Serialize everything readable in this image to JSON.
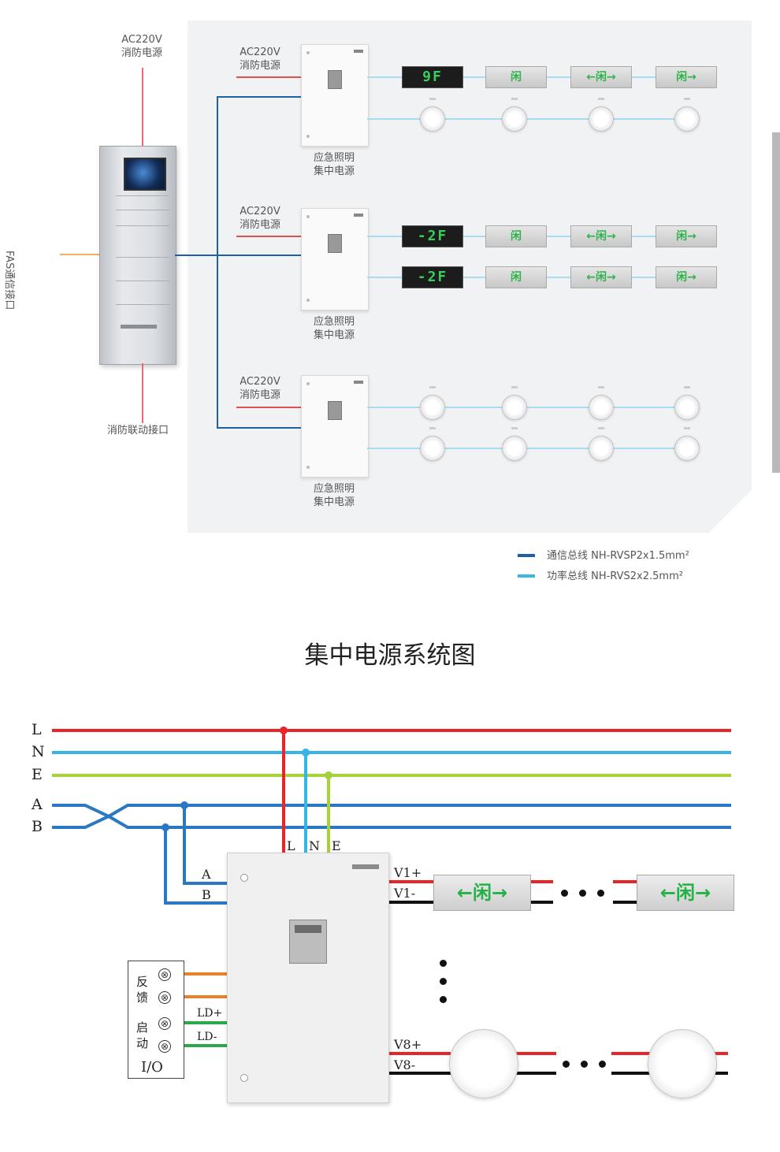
{
  "top_diagram": {
    "cabinet_power_label": [
      "AC220V",
      "消防电源"
    ],
    "fas_interface_label": "FAS通信接口",
    "fire_linkage_label": "消防联动接口",
    "feed_label": [
      "AC220V",
      "消防电源"
    ],
    "box_label": [
      "应急照明",
      "集中电源"
    ],
    "floor_display_1": "9F",
    "floor_display_2": "-2F",
    "floor_display_3": "-2F",
    "sign_exit": "闲",
    "sign_both": "←闲→",
    "sign_right": "闲→",
    "legend": [
      {
        "color": "#1f5fa8",
        "label": "通信总线 NH-RVSP2x1.5mm²"
      },
      {
        "color": "#3bb6e6",
        "label": "功率总线 NH-RVS2x2.5mm²"
      }
    ]
  },
  "title": "集中电源系统图",
  "wiring_diagram": {
    "buses": [
      {
        "name": "L",
        "color": "#e8262a"
      },
      {
        "name": "N",
        "color": "#35b4e6"
      },
      {
        "name": "E",
        "color": "#a4d23a"
      },
      {
        "name": "A",
        "color": "#2a78c4"
      },
      {
        "name": "B",
        "color": "#2a78c4"
      }
    ],
    "box_inputs": [
      "L",
      "N",
      "E"
    ],
    "comm_labels": [
      "A",
      "B"
    ],
    "io_labels": {
      "feedback": "反馈",
      "start": "启动",
      "io": "I/O",
      "ld_plus": "LD+",
      "ld_minus": "LD-"
    },
    "outputs": {
      "v1_plus": "V1+",
      "v1_minus": "V1-",
      "v8_plus": "V8+",
      "v8_minus": "V8-"
    },
    "sign_text": "←闲→",
    "colors": {
      "feedback_wire": "#e8832a",
      "start_wire": "#2aa84a",
      "output_plus": "#e8262a",
      "output_minus": "#111111"
    }
  }
}
